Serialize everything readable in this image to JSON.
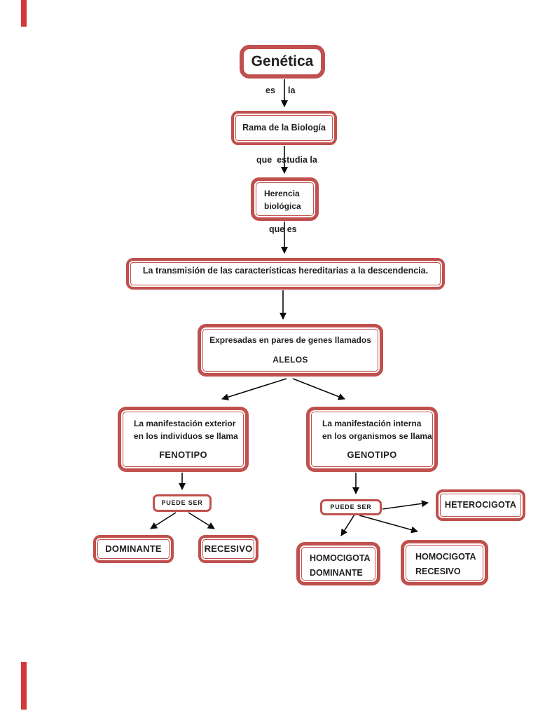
{
  "page": {
    "background": "#ffffff",
    "accent_red": "#c0504d",
    "arrow_color": "#0a0a0a",
    "decor_bar_color": "#d23a3a"
  },
  "nodes": {
    "genetica": {
      "label": "Genética"
    },
    "rama": {
      "label": "Rama de la Biología"
    },
    "herencia": {
      "line1": "Herencia",
      "line2": "biológica"
    },
    "transmision": {
      "label": "La transmisión de las características hereditarias  a la descendencia."
    },
    "alelos": {
      "line1": "Expresadas en pares de genes llamados",
      "line2": "ALELOS"
    },
    "fenotipo": {
      "line1": "La manifestación exterior",
      "line2": "en los individuos se llama",
      "line3": "FENOTIPO"
    },
    "genotipo": {
      "line1": "La manifestación interna",
      "line2": "en los organismos se llama",
      "line3": "GENOTIPO"
    },
    "puede_ser_left": {
      "label": "PUEDE SER"
    },
    "puede_ser_right": {
      "label": "PUEDE SER"
    },
    "dominante": {
      "label": "DOMINANTE"
    },
    "recesivo": {
      "label": "RECESIVO"
    },
    "heterocigota": {
      "label": "HETEROCIGOTA"
    },
    "homocigota_dominante": {
      "line1": "HOMOCIGOTA",
      "line2": "DOMINANTE"
    },
    "homocigota_recesivo": {
      "line1": "HOMOCIGOTA",
      "line2": "RECESIVO"
    }
  },
  "connector_labels": {
    "es": "es",
    "la": "la",
    "que_estudia": "que  estudia la",
    "que_es": "que es"
  }
}
